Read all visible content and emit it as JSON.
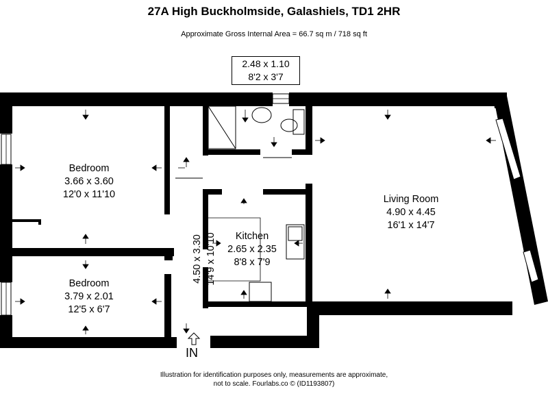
{
  "title": "27A High Buckholmside, Galashiels, TD1 2HR",
  "subtitle": "Approximate Gross Internal Area = 66.7 sq m / 718 sq ft",
  "rooms": {
    "bedroom1": {
      "name": "Bedroom",
      "metric": "3.66 x 3.60",
      "imperial": "12'0 x 11'10"
    },
    "bedroom2": {
      "name": "Bedroom",
      "metric": "3.79 x 2.01",
      "imperial": "12'5 x 6'7"
    },
    "kitchen": {
      "name": "Kitchen",
      "metric": "2.65 x 2.35",
      "imperial": "8'8 x 7'9"
    },
    "living": {
      "name": "Living Room",
      "metric": "4.90 x 4.45",
      "imperial": "16'1 x 14'7"
    },
    "hall": {
      "metric": "4.50 x 3.30",
      "imperial": "14'9 x 10'10"
    },
    "bathroom": {
      "metric": "2.48 x 1.10",
      "imperial": "8'2 x 3'7"
    }
  },
  "entry_label": "IN",
  "footer": {
    "line1": "Illustration for identification purposes only, measurements are approximate,",
    "line2": "not to scale. Fourlabs.co © (ID1193807)"
  }
}
